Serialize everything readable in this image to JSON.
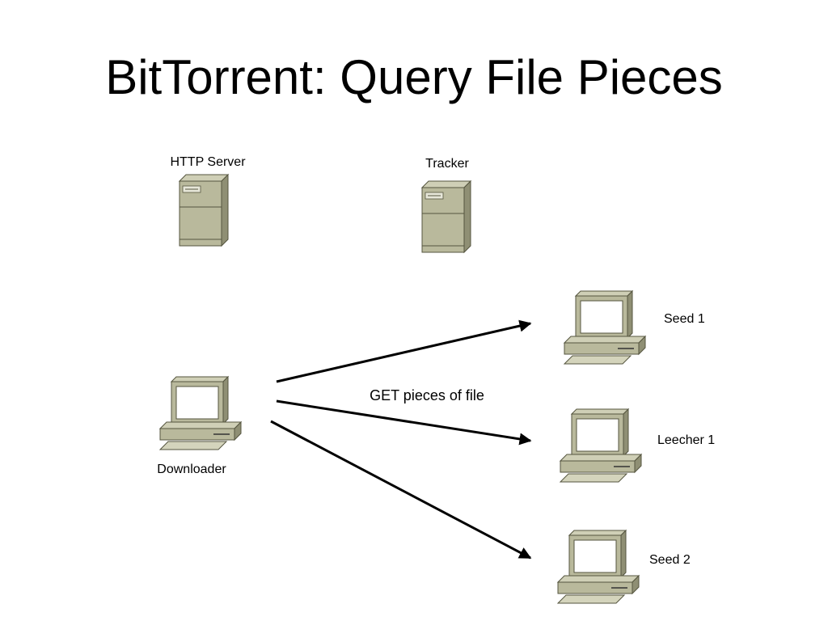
{
  "title": "BitTorrent: Query File Pieces",
  "nodes": {
    "http_server": {
      "label": "HTTP Server",
      "kind": "server",
      "icon": "server-icon"
    },
    "tracker": {
      "label": "Tracker",
      "kind": "server",
      "icon": "server-icon"
    },
    "downloader": {
      "label": "Downloader",
      "kind": "computer",
      "icon": "computer-icon"
    },
    "seed1": {
      "label": "Seed 1",
      "kind": "computer",
      "icon": "computer-icon"
    },
    "leecher1": {
      "label": "Leecher 1",
      "kind": "computer",
      "icon": "computer-icon"
    },
    "seed2": {
      "label": "Seed 2",
      "kind": "computer",
      "icon": "computer-icon"
    }
  },
  "edges": [
    {
      "from": "downloader",
      "to": "seed1"
    },
    {
      "from": "downloader",
      "to": "leecher1"
    },
    {
      "from": "downloader",
      "to": "seed2"
    }
  ],
  "edge_label": "GET pieces of file",
  "colors": {
    "device_front": "#b9b99c",
    "device_side": "#8f8f74",
    "device_top": "#cfcfb6",
    "screen": "#ffffff",
    "arrow": "#000000"
  }
}
